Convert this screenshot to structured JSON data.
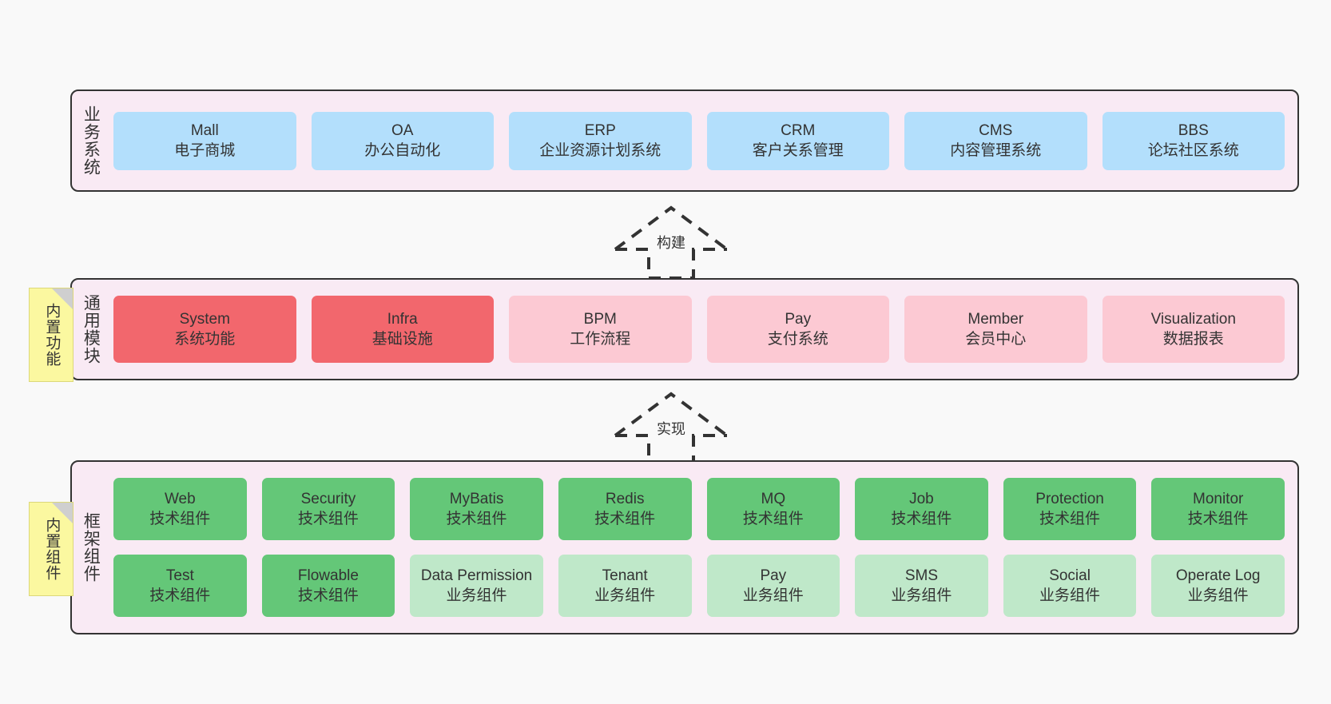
{
  "diagram": {
    "background_color": "#f9f9f9",
    "layer_fill": "#f9eaf4",
    "layer_border": "#333333",
    "note_fill": "#fbf8a0"
  },
  "notes": [
    {
      "id": "builtin-function",
      "label": "内置功能"
    },
    {
      "id": "builtin-component",
      "label": "内置组件"
    }
  ],
  "connectors": [
    {
      "id": "build",
      "label": "构建",
      "style": "dashed-hollow-arrow-up"
    },
    {
      "id": "realize",
      "label": "实现",
      "style": "dashed-hollow-arrow-up"
    }
  ],
  "layers": [
    {
      "id": "business",
      "title": "业务系统",
      "accent": "#b3dffc",
      "rows": [
        {
          "cards": [
            {
              "name": "Mall",
              "sub": "电子商城",
              "color": "#b3dffc"
            },
            {
              "name": "OA",
              "sub": "办公自动化",
              "color": "#b3dffc"
            },
            {
              "name": "ERP",
              "sub": "企业资源计划系统",
              "color": "#b3dffc"
            },
            {
              "name": "CRM",
              "sub": "客户关系管理",
              "color": "#b3dffc"
            },
            {
              "name": "CMS",
              "sub": "内容管理系统",
              "color": "#b3dffc"
            },
            {
              "name": "BBS",
              "sub": "论坛社区系统",
              "color": "#b3dffc"
            }
          ]
        }
      ]
    },
    {
      "id": "common",
      "title": "通用模块",
      "accent": "#f2676d",
      "rows": [
        {
          "cards": [
            {
              "name": "System",
              "sub": "系统功能",
              "color": "#f2676d"
            },
            {
              "name": "Infra",
              "sub": "基础设施",
              "color": "#f2676d"
            },
            {
              "name": "BPM",
              "sub": "工作流程",
              "color": "#fcc9d3"
            },
            {
              "name": "Pay",
              "sub": "支付系统",
              "color": "#fcc9d3"
            },
            {
              "name": "Member",
              "sub": "会员中心",
              "color": "#fcc9d3"
            },
            {
              "name": "Visualization",
              "sub": "数据报表",
              "color": "#fcc9d3"
            }
          ]
        }
      ]
    },
    {
      "id": "framework",
      "title": "框架组件",
      "accent": "#64c778",
      "rows": [
        {
          "cards": [
            {
              "name": "Web",
              "sub": "技术组件",
              "color": "#64c778"
            },
            {
              "name": "Security",
              "sub": "技术组件",
              "color": "#64c778"
            },
            {
              "name": "MyBatis",
              "sub": "技术组件",
              "color": "#64c778"
            },
            {
              "name": "Redis",
              "sub": "技术组件",
              "color": "#64c778"
            },
            {
              "name": "MQ",
              "sub": "技术组件",
              "color": "#64c778"
            },
            {
              "name": "Job",
              "sub": "技术组件",
              "color": "#64c778"
            },
            {
              "name": "Protection",
              "sub": "技术组件",
              "color": "#64c778"
            },
            {
              "name": "Monitor",
              "sub": "技术组件",
              "color": "#64c778"
            }
          ]
        },
        {
          "cards": [
            {
              "name": "Test",
              "sub": "技术组件",
              "color": "#64c778"
            },
            {
              "name": "Flowable",
              "sub": "技术组件",
              "color": "#64c778"
            },
            {
              "name": "Data Permission",
              "sub": "业务组件",
              "color": "#bfe8c9"
            },
            {
              "name": "Tenant",
              "sub": "业务组件",
              "color": "#bfe8c9"
            },
            {
              "name": "Pay",
              "sub": "业务组件",
              "color": "#bfe8c9"
            },
            {
              "name": "SMS",
              "sub": "业务组件",
              "color": "#bfe8c9"
            },
            {
              "name": "Social",
              "sub": "业务组件",
              "color": "#bfe8c9"
            },
            {
              "name": "Operate Log",
              "sub": "业务组件",
              "color": "#bfe8c9"
            }
          ]
        }
      ]
    }
  ]
}
